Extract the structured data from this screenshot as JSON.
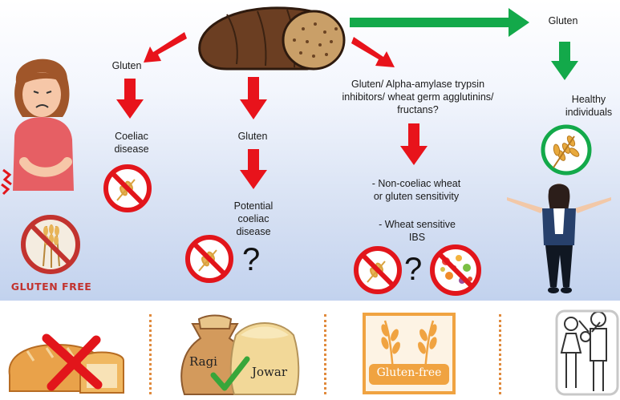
{
  "labels": {
    "gluten_left": "Gluten",
    "coeliac_disease": "Coeliac disease",
    "gluten_mid": "Gluten",
    "potential_coeliac": "Potential coeliac disease",
    "gluten_components": "Gluten/ Alpha-amylase trypsin inhibitors/ wheat germ agglutinins/ fructans?",
    "ncgs_line1": "- Non-coeliac wheat or gluten sensitivity",
    "ncgs_line2": "- Wheat sensitive IBS",
    "gluten_right": "Gluten",
    "healthy_individuals": "Healthy individuals",
    "question_mark": "?",
    "gluten_free_badge": "GLUTEN FREE"
  },
  "bottom_labels": {
    "ragi": "Ragi",
    "jowar": "Jowar",
    "gluten_free_logo": "Gluten-free"
  },
  "colors": {
    "red_arrow": "#e8131b",
    "green_arrow": "#13a94a",
    "prohibit_red": "#e2151b",
    "badge_red": "#c2332f",
    "orange": "#f0a341"
  }
}
